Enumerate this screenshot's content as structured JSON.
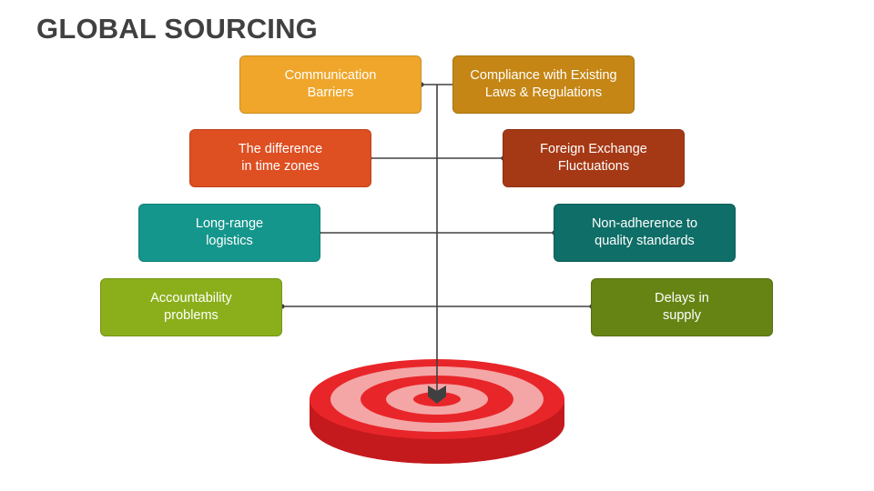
{
  "title": "GLOBAL SOURCING",
  "boxes": [
    {
      "text": "Communication\nBarriers",
      "color": "#EFA62A"
    },
    {
      "text": "Compliance with Existing\nLaws & Regulations",
      "color": "#C58615"
    },
    {
      "text": "The difference\nin time zones",
      "color": "#DE4F22"
    },
    {
      "text": "Foreign Exchange\nFluctuations",
      "color": "#A63915"
    },
    {
      "text": "Long-range\nlogistics",
      "color": "#15968C"
    },
    {
      "text": "Non-adherence to\nquality standards",
      "color": "#0F6E67"
    },
    {
      "text": "Accountability\nproblems",
      "color": "#8BAF1A"
    },
    {
      "text": "Delays in\nsupply",
      "color": "#668413"
    }
  ],
  "colors": {
    "connector": "#404040",
    "target_red": "#E8262A",
    "target_pink": "#F4A6A6",
    "target_side": "#C41A1D"
  }
}
